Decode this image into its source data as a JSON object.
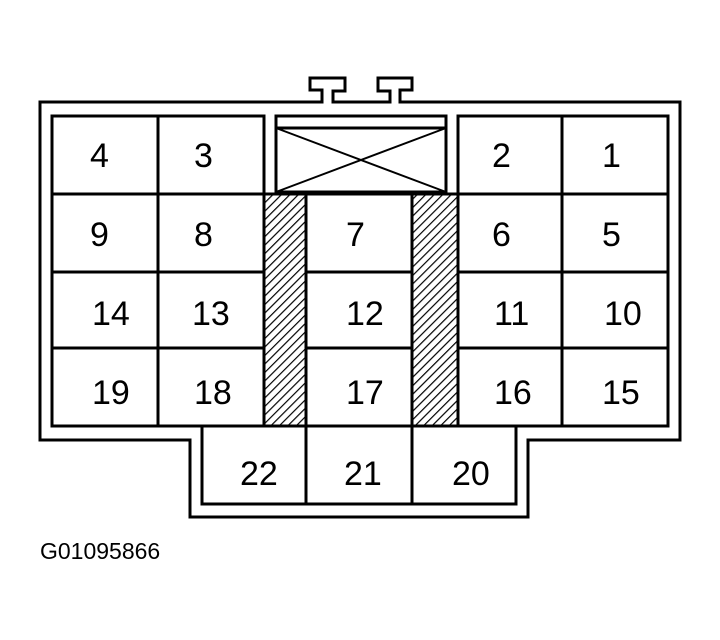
{
  "connector": {
    "pins": [
      {
        "id": "4",
        "label": "4"
      },
      {
        "id": "3",
        "label": "3"
      },
      {
        "id": "2",
        "label": "2"
      },
      {
        "id": "1",
        "label": "1"
      },
      {
        "id": "9",
        "label": "9"
      },
      {
        "id": "8",
        "label": "8"
      },
      {
        "id": "7",
        "label": "7"
      },
      {
        "id": "6",
        "label": "6"
      },
      {
        "id": "5",
        "label": "5"
      },
      {
        "id": "14",
        "label": "14"
      },
      {
        "id": "13",
        "label": "13"
      },
      {
        "id": "12",
        "label": "12"
      },
      {
        "id": "11",
        "label": "11"
      },
      {
        "id": "10",
        "label": "10"
      },
      {
        "id": "19",
        "label": "19"
      },
      {
        "id": "18",
        "label": "18"
      },
      {
        "id": "17",
        "label": "17"
      },
      {
        "id": "16",
        "label": "16"
      },
      {
        "id": "15",
        "label": "15"
      },
      {
        "id": "22",
        "label": "22"
      },
      {
        "id": "21",
        "label": "21"
      },
      {
        "id": "20",
        "label": "20"
      }
    ]
  },
  "caption": "G01095866"
}
